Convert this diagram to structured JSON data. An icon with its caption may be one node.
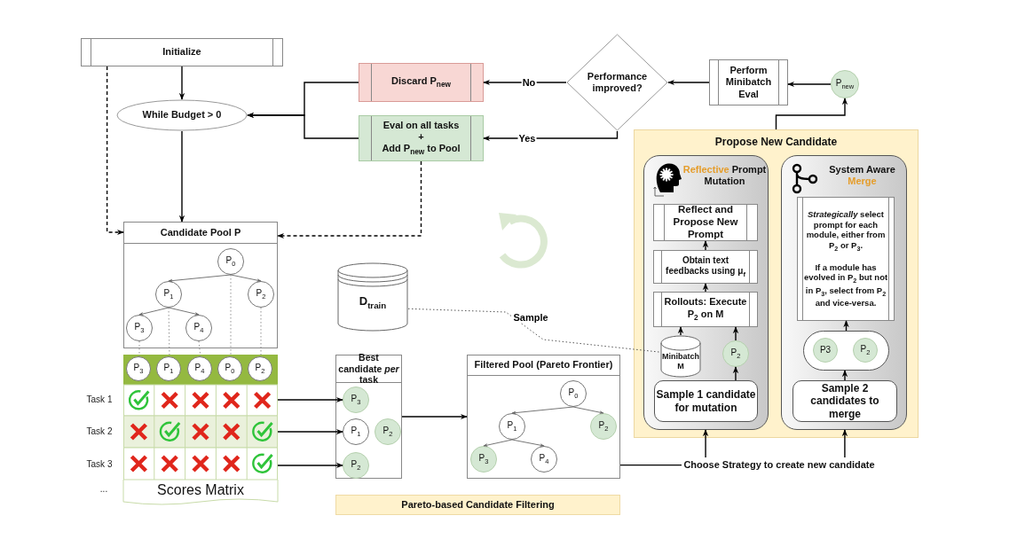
{
  "diagram": {
    "nodes": [
      {
        "text": [
          "Initialize"
        ]
      },
      {
        "text": [
          "While Budget > 0"
        ]
      },
      {
        "text": [
          "Discard P$_{new}$"
        ]
      },
      {
        "text": [
          "Eval on all tasks",
          "+",
          "Add P$_{new}$ to Pool"
        ]
      },
      {
        "text": [
          "Performance improved?"
        ]
      },
      {
        "text": [
          "Perform Minibatch Eval"
        ]
      },
      {
        "text": [
          "P$_{new}$"
        ]
      },
      {
        "text": [
          "Candidate Pool P"
        ]
      },
      {
        "text": [
          "P$_{0}$"
        ],
        "in": 7
      },
      {
        "text": [
          "P$_{1}$"
        ],
        "in": 7
      },
      {
        "text": [
          "P$_{2}$"
        ],
        "in": 7
      },
      {
        "text": [
          "P$_{3}$"
        ],
        "in": 7
      },
      {
        "text": [
          "P$_{4}$"
        ],
        "in": 7
      },
      {
        "text": [
          "Scores Matrix"
        ]
      },
      {
        "text": [
          "P$_{3}$"
        ],
        "in": 13
      },
      {
        "text": [
          "P$_{1}$"
        ],
        "in": 13
      },
      {
        "text": [
          "P$_{4}$"
        ],
        "in": 13
      },
      {
        "text": [
          "P$_{0}$"
        ],
        "in": 13
      },
      {
        "text": [
          "P$_{2}$"
        ],
        "in": 13
      },
      {
        "text": [
          "Best candidate *per* task"
        ]
      },
      {
        "text": [
          "P$_{3}$"
        ],
        "in": 19
      },
      {
        "text": [
          "P$_{1}$"
        ],
        "in": 19
      },
      {
        "text": [
          "P$_{2}$"
        ],
        "in": 19
      },
      {
        "text": [
          "P$_{2}$"
        ],
        "in": 19
      },
      {
        "text": [
          "Filtered Pool (Pareto Frontier)"
        ]
      },
      {
        "text": [
          "P$_{0}$"
        ],
        "in": 24
      },
      {
        "text": [
          "P$_{1}$"
        ],
        "in": 24
      },
      {
        "text": [
          "P$_{2}$"
        ],
        "in": 24
      },
      {
        "text": [
          "P$_{3}$"
        ],
        "in": 24
      },
      {
        "text": [
          "P$_{4}$"
        ],
        "in": 24
      },
      {
        "text": [
          "Pareto-based Candidate Filtering"
        ]
      },
      {
        "text": [
          "D$_{train}$"
        ]
      },
      {
        "text": [
          "Propose New Candidate"
        ]
      },
      {
        "text": [
          "**Reflective** Prompt Mutation"
        ],
        "in": 32
      },
      {
        "text": [
          "Reflect and Propose New Prompt"
        ],
        "in": 33
      },
      {
        "text": [
          "Obtain text feedbacks using μ$_{f}$"
        ],
        "in": 33
      },
      {
        "text": [
          "Rollouts: Execute P$_{2}$ on M"
        ],
        "in": 33
      },
      {
        "text": [
          "Minibatch M"
        ],
        "in": 33
      },
      {
        "text": [
          "P$_{2}$"
        ],
        "in": 33
      },
      {
        "text": [
          "Sample 1 candidate for mutation"
        ],
        "in": 33
      },
      {
        "text": [
          "System Aware **Merge**"
        ],
        "in": 32
      },
      {
        "text": [
          "*Strategically* select prompt for each module, either from P$_{2}$ or P$_{3}$.",
          "If a module has evolved in P$_{2}$ but not in P$_{3}$, select from P$_{2}$ and vice-versa."
        ],
        "in": 40
      },
      {
        "text": [],
        "shape": "box",
        "in": 40
      },
      {
        "text": [
          "P3"
        ],
        "in": 42
      },
      {
        "text": [
          "P$_{2}$"
        ],
        "in": 42
      },
      {
        "text": [
          "Sample 2 candidates to merge"
        ],
        "in": 40
      },
      {
        "text": [
          "Choose Strategy to create new candidate"
        ]
      }
    ],
    "edges": [
      {
        "from": 0,
        "to": 1,
        "arrow": "to"
      },
      {
        "from": 0,
        "to": 7,
        "arrow": "to",
        "style": "dashed"
      },
      {
        "from": 1,
        "to": 7,
        "arrow": "to"
      },
      {
        "from": 2,
        "to": 1,
        "arrow": "to"
      },
      {
        "from": 3,
        "to": 1,
        "arrow": "to"
      },
      {
        "from": 3,
        "to": 7,
        "arrow": "to",
        "style": "dashed"
      },
      {
        "from": 4,
        "to": 2,
        "arrow": "to",
        "label": "No"
      },
      {
        "from": 4,
        "to": 3,
        "arrow": "to",
        "label": "Yes"
      },
      {
        "from": 5,
        "to": 4,
        "arrow": "to"
      },
      {
        "from": 6,
        "to": 5,
        "arrow": "to"
      },
      {
        "from": 32,
        "to": 6,
        "arrow": "to"
      },
      {
        "from": 8,
        "to": 9,
        "arrow": "to",
        "color": "#666666"
      },
      {
        "from": 8,
        "to": 10,
        "arrow": "to",
        "color": "#666666"
      },
      {
        "from": 9,
        "to": 11,
        "arrow": "to",
        "color": "#666666"
      },
      {
        "from": 9,
        "to": 12,
        "arrow": "to",
        "color": "#666666"
      },
      {
        "from": 11,
        "to": 14,
        "arrow": "none",
        "style": "dashed",
        "color": "#888888"
      },
      {
        "from": 9,
        "to": 15,
        "arrow": "none",
        "style": "dashed",
        "color": "#888888"
      },
      {
        "from": 12,
        "to": 16,
        "arrow": "none",
        "style": "dashed",
        "color": "#888888"
      },
      {
        "from": 8,
        "to": 17,
        "arrow": "none",
        "style": "dashed",
        "color": "#888888"
      },
      {
        "from": 10,
        "to": 18,
        "arrow": "none",
        "style": "dashed",
        "color": "#888888"
      },
      {
        "from": 13,
        "to": 20,
        "arrow": "to"
      },
      {
        "from": 13,
        "to": 21,
        "arrow": "to"
      },
      {
        "from": 13,
        "to": 23,
        "arrow": "to"
      },
      {
        "from": 19,
        "to": 24,
        "arrow": "to"
      },
      {
        "from": 25,
        "to": 26,
        "arrow": "to",
        "color": "#666666"
      },
      {
        "from": 25,
        "to": 27,
        "arrow": "to",
        "color": "#666666"
      },
      {
        "from": 26,
        "to": 28,
        "arrow": "to",
        "color": "#666666"
      },
      {
        "from": 26,
        "to": 29,
        "arrow": "to",
        "color": "#666666"
      },
      {
        "from": 31,
        "to": 37,
        "arrow": "none",
        "label": "Sample",
        "style": "dashed",
        "color": "#444444"
      },
      {
        "from": 24,
        "to": 46,
        "arrow": "none"
      },
      {
        "from": 46,
        "to": 33,
        "arrow": "to"
      },
      {
        "from": 46,
        "to": 40,
        "arrow": "to"
      },
      {
        "from": 39,
        "to": 38,
        "arrow": "to"
      },
      {
        "from": 38,
        "to": 36,
        "arrow": "to"
      },
      {
        "from": 37,
        "to": 36,
        "arrow": "to"
      },
      {
        "from": 36,
        "to": 35,
        "arrow": "to"
      },
      {
        "from": 35,
        "to": 34,
        "arrow": "to"
      },
      {
        "from": 45,
        "to": 42,
        "arrow": "to"
      },
      {
        "from": 42,
        "to": 41,
        "arrow": "to"
      }
    ],
    "labels": [
      "Task 1",
      "Task 2",
      "Task 3",
      "..."
    ]
  }
}
